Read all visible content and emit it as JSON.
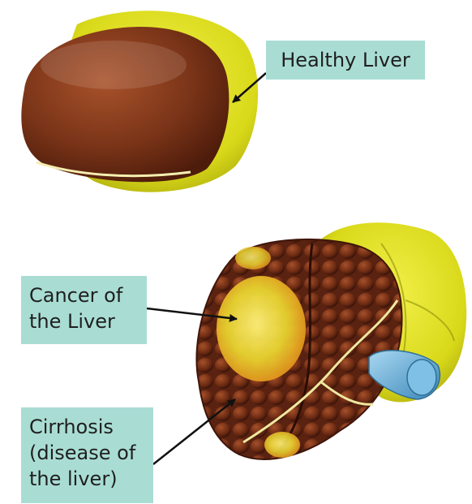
{
  "labels": {
    "healthy": "Healthy Liver",
    "cancer": "Cancer of\nthe Liver",
    "cirrhosis": "Cirrhosis\n(disease of\nthe liver)"
  },
  "colors": {
    "callout_background": "#a9ddd4",
    "healthy_tissue": "#7a3418",
    "gallbladder_yellow": "#d9d91a",
    "cirrhotic_nodule": "#6b2a12",
    "tumor_yellow": "#e8d430",
    "vessel_blue": "#5aa9d6",
    "arrow": "#111111"
  }
}
